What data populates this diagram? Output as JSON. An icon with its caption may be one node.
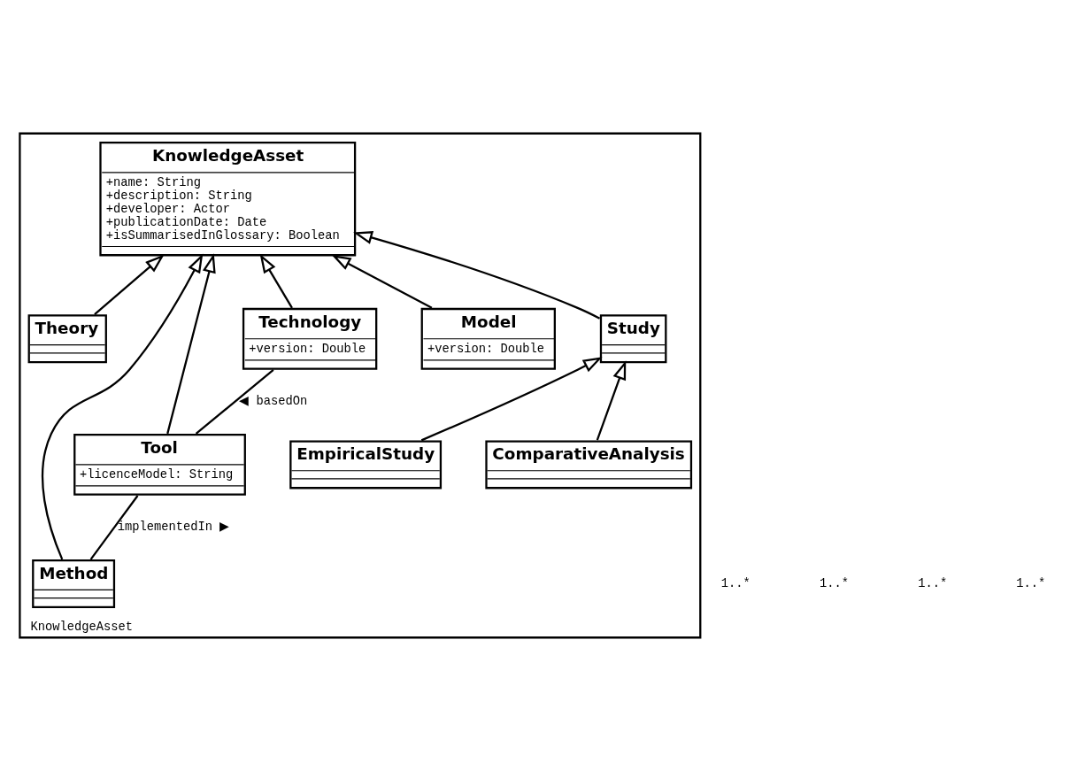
{
  "diagram": {
    "nodes": [
      {
        "text": [
          "KnowledgeAsset"
        ]
      },
      {
        "text": [
          "ComparativeAnalysis"
        ],
        "in": 0
      },
      {
        "text": [
          "EmpiricalStudy"
        ],
        "in": 0
      },
      {
        "text": [
          "Model",
          "+version: Double"
        ],
        "in": 0
      },
      {
        "text": [
          "Method"
        ],
        "in": 0
      },
      {
        "text": [
          "Study"
        ],
        "in": 0
      },
      {
        "text": [
          "KnowledgeAsset",
          "+name: String",
          "+description: String",
          "+developer: Actor",
          "+publicationDate: Date",
          "+isSummarisedInGlossary: Boolean"
        ],
        "in": 0
      },
      {
        "text": [
          "Tool",
          "+licenceModel: String"
        ],
        "in": 0
      },
      {
        "text": [
          "Theory"
        ],
        "in": 0
      },
      {
        "text": [
          "Technology",
          "+version: Double"
        ],
        "in": 0
      }
    ],
    "edges": [
      {
        "from": 1,
        "to": 5,
        "arrow": "to"
      },
      {
        "from": 2,
        "to": 5,
        "arrow": "to"
      },
      {
        "from": 3,
        "to": 6,
        "arrow": "to"
      },
      {
        "from": 5,
        "to": 6,
        "arrow": "to"
      },
      {
        "from": 4,
        "to": 6,
        "arrow": "to"
      },
      {
        "from": 7,
        "to": 6,
        "arrow": "to"
      },
      {
        "from": 8,
        "to": 6,
        "arrow": "to"
      },
      {
        "from": 9,
        "to": 6,
        "arrow": "to"
      },
      {
        "from": 4,
        "to": 7,
        "arrow": "none",
        "label": "implementedIn ▶"
      },
      {
        "from": 7,
        "to": 9,
        "arrow": "none",
        "label": "◀ basedOn"
      }
    ],
    "labels": [
      "1..*",
      "1..*",
      "1..*",
      "1..*"
    ]
  }
}
